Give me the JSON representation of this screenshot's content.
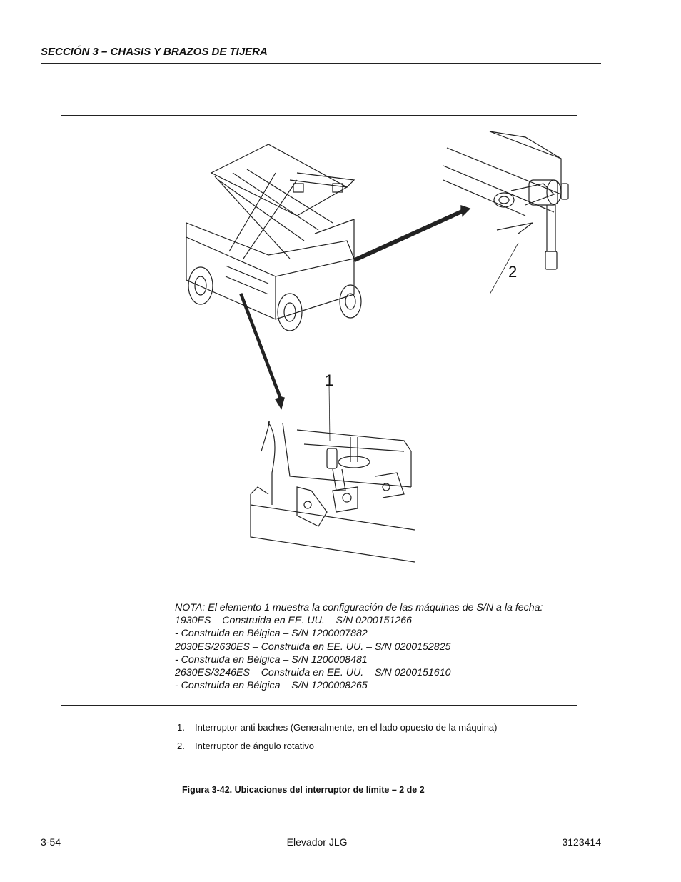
{
  "header": {
    "title": "SECCIÓN 3 – CHASIS Y BRAZOS DE TIJERA"
  },
  "figure": {
    "callouts": [
      "1",
      "2"
    ],
    "note_lines": [
      "NOTA: El elemento 1 muestra la configuración de las máquinas de S/N a la fecha:",
      "1930ES – Construida en EE. UU. – S/N 0200151266",
      "- Construida en Bélgica – S/N 1200007882",
      "2030ES/2630ES – Construida en EE. UU. – S/N 0200152825",
      "- Construida en Bélgica – S/N 1200008481",
      "2630ES/3246ES – Construida en EE. UU. – S/N 0200151610",
      "- Construida en Bélgica – S/N 1200008265"
    ]
  },
  "legend": [
    {
      "num": "1.",
      "text": "Interruptor anti baches (Generalmente, en el lado opuesto de la máquina)"
    },
    {
      "num": "2.",
      "text": "Interruptor de ángulo rotativo"
    }
  ],
  "caption": "Figura 3-42.  Ubicaciones del interruptor de límite – 2 de 2",
  "footer": {
    "left": "3-54",
    "center": "– Elevador JLG –",
    "right": "3123414"
  }
}
